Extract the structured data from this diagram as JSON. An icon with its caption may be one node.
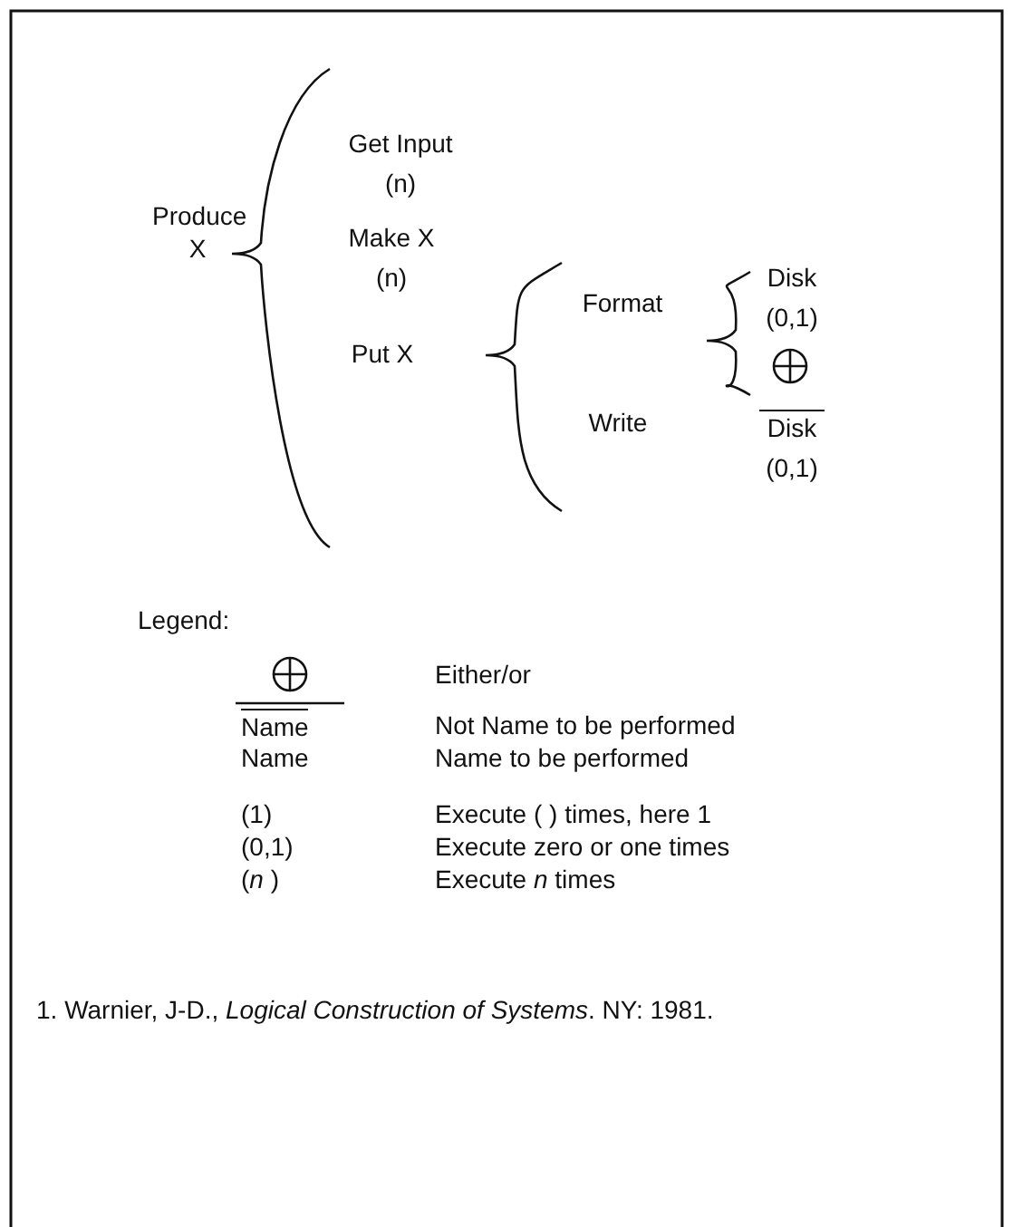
{
  "diagram": {
    "nodes": [
      {
        "text": [
          "Produce X"
        ]
      },
      {
        "text": [
          "Get Input",
          "(n)"
        ]
      },
      {
        "text": [
          "Make X",
          "(n)"
        ]
      },
      {
        "text": [
          "Put X"
        ]
      },
      {
        "text": [
          "Format"
        ]
      },
      {
        "text": [
          "Write"
        ]
      },
      {
        "text": [
          "Disk",
          "(0,1)"
        ]
      },
      {
        "text": [
          "Disk",
          "(0,1)"
        ]
      }
    ],
    "labels": [
      "Legend:",
      "Either/or",
      "Name",
      "Not Name to be performed",
      "Name",
      "Name to be performed",
      "(1)",
      "Execute ( ) times, here 1",
      "(0,1)",
      "Execute zero or one times",
      "(*n* )",
      "Execute *n* times",
      "1. Warnier, J-D., *Logical Construction of Systems*. NY: 1981."
    ]
  }
}
